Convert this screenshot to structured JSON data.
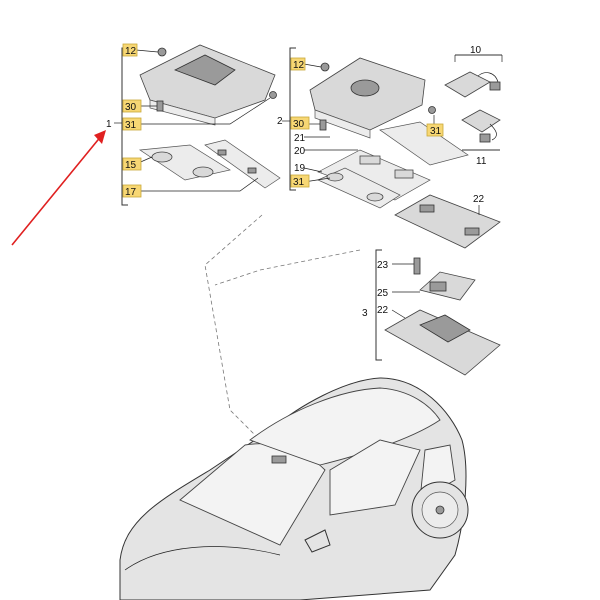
{
  "callouts": {
    "c1_12": "12",
    "c1_30": "30",
    "c1_31": "31",
    "c1_15": "15",
    "c1_17": "17",
    "c1_group": "1",
    "c2_group": "2",
    "c2_12": "12",
    "c2_30": "30",
    "c2_31": "31",
    "c2_21": "21",
    "c2_20": "20",
    "c2_19": "19",
    "c2_31b": "31",
    "c10": "10",
    "c11": "11",
    "c22a": "22",
    "c3_group": "3",
    "c23": "23",
    "c25": "25",
    "c22b": "22"
  },
  "colors": {
    "highlight": "#f7d774",
    "arrow": "#e02020"
  }
}
